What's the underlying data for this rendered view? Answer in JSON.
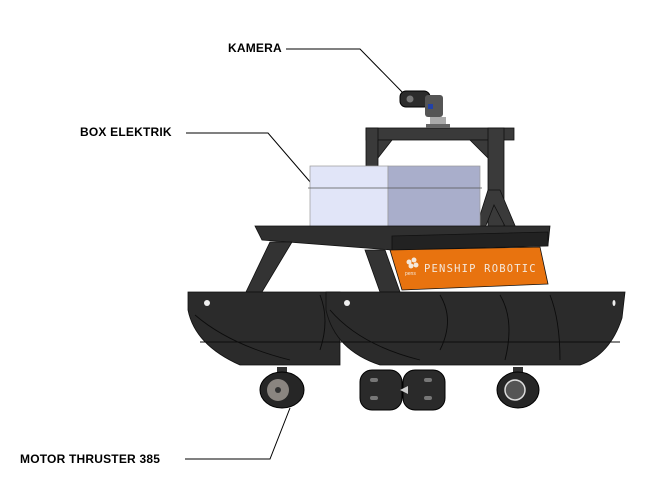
{
  "labels": {
    "camera": "KAMERA",
    "electric_box": "BOX ELEKTRIK",
    "thruster": "MOTOR THRUSTER 385"
  },
  "brand_panel": {
    "text": "PENSHIP ROBOTIC",
    "logo_text": "pens"
  },
  "colors": {
    "hull": "#2b2b2b",
    "panel": "#e8730f",
    "box": "#dfe3f7"
  }
}
